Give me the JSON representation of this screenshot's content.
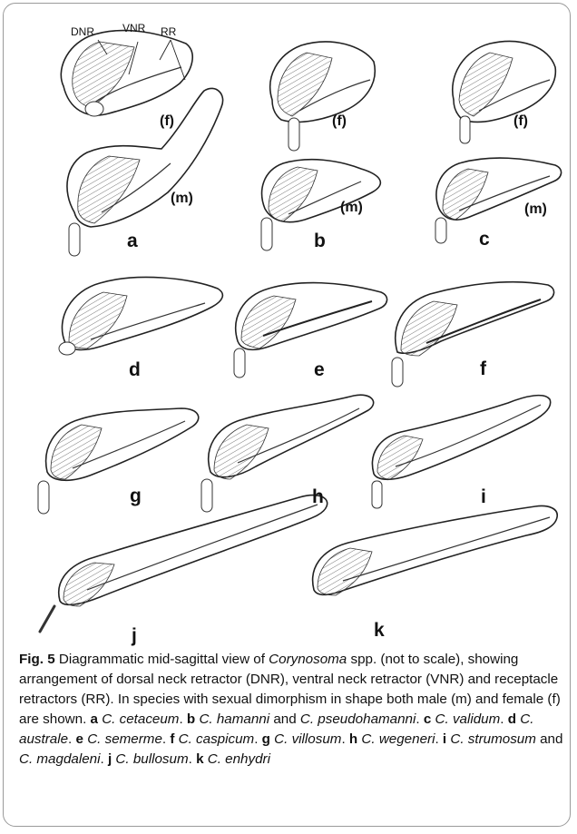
{
  "figure": {
    "panel_labels": [
      "a",
      "b",
      "c",
      "d",
      "e",
      "f",
      "g",
      "h",
      "i",
      "j",
      "k"
    ],
    "sex_labels": {
      "female": "(f)",
      "male": "(m)"
    },
    "annotation_labels": {
      "dnr": "DNR",
      "vnr": "VNR",
      "rr": "RR"
    }
  },
  "caption": {
    "title": "Fig. 5",
    "intro_1": " Diagrammatic mid-sagittal view of ",
    "genus": "Corynosoma",
    "intro_2": " spp. (not to scale), showing arrangement of dorsal neck retractor (DNR), ventral neck retractor (VNR) and receptacle retractors (RR). In species with sexual dimorphism in shape both male (m) and female (f) are shown. ",
    "entries": [
      {
        "letter": "a",
        "species": [
          {
            "name": "C. cetaceum"
          }
        ]
      },
      {
        "letter": "b",
        "species": [
          {
            "name": "C. hamanni"
          },
          {
            "sep": " and "
          },
          {
            "name": "C. pseudohamanni"
          }
        ]
      },
      {
        "letter": "c",
        "species": [
          {
            "name": "C. validum"
          }
        ]
      },
      {
        "letter": "d",
        "species": [
          {
            "name": "C. australe"
          }
        ]
      },
      {
        "letter": "e",
        "species": [
          {
            "name": "C. semerme"
          }
        ]
      },
      {
        "letter": "f",
        "species": [
          {
            "name": "C. caspicum"
          }
        ]
      },
      {
        "letter": "g",
        "species": [
          {
            "name": "C. villosum"
          }
        ]
      },
      {
        "letter": "h",
        "species": [
          {
            "name": "C. wegeneri"
          }
        ]
      },
      {
        "letter": "i",
        "species": [
          {
            "name": "C. strumosum"
          },
          {
            "sep": " and "
          },
          {
            "name": "C. magdaleni"
          }
        ]
      },
      {
        "letter": "j",
        "species": [
          {
            "name": "C. bullosum"
          }
        ]
      },
      {
        "letter": "k",
        "species": [
          {
            "name": "C. enhydri"
          }
        ]
      }
    ]
  }
}
